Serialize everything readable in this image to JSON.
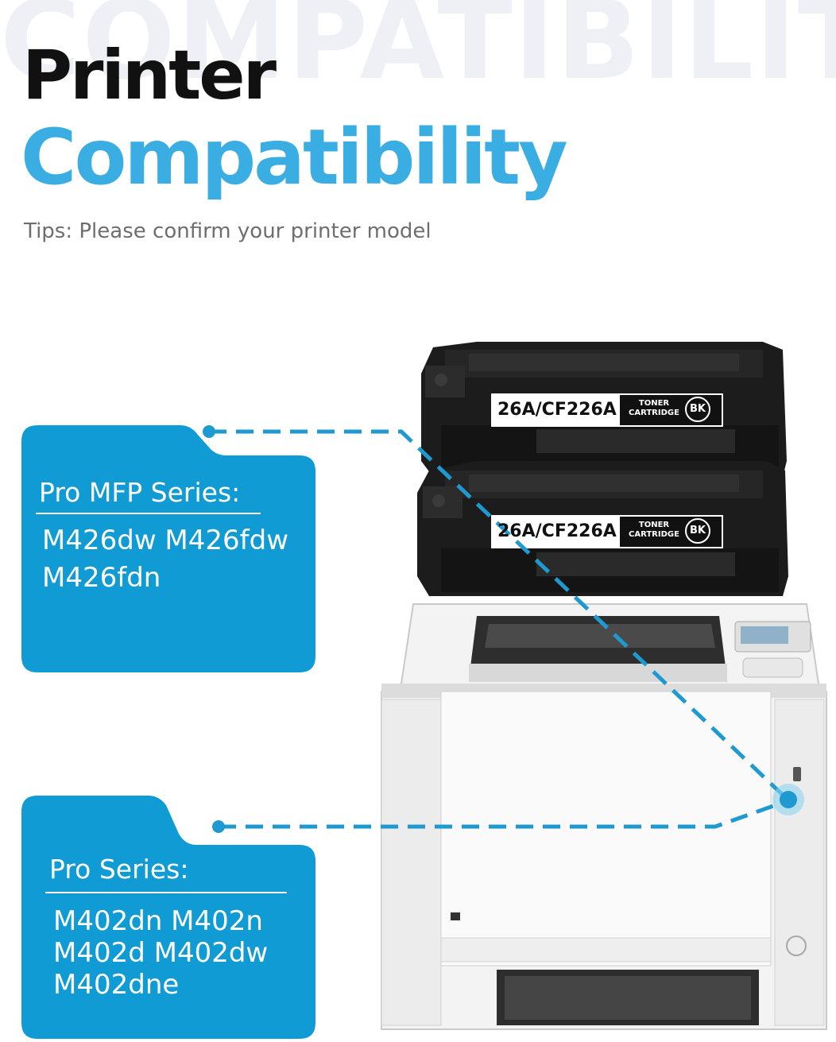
{
  "background_word": "COMPATIBILITY",
  "title_line1": "Printer",
  "title_line2": "Compatibility",
  "tips": "Tips: Please confirm your printer model",
  "colors": {
    "accent": "#3aaee3",
    "folder": "#109bd4",
    "connector": "#1f9ad0"
  },
  "series": [
    {
      "heading": "Pro MFP Series:",
      "models": [
        "M426dw M426fdw",
        "M426fdn"
      ]
    },
    {
      "heading": "Pro Series:",
      "models": [
        "M402dn M402n",
        "M402d M402dw",
        "M402dne"
      ]
    }
  ],
  "cartridge": {
    "model": "26A/CF226A",
    "type_line1": "TONER",
    "type_line2": "CARTRIDGE",
    "color_code": "BK"
  }
}
